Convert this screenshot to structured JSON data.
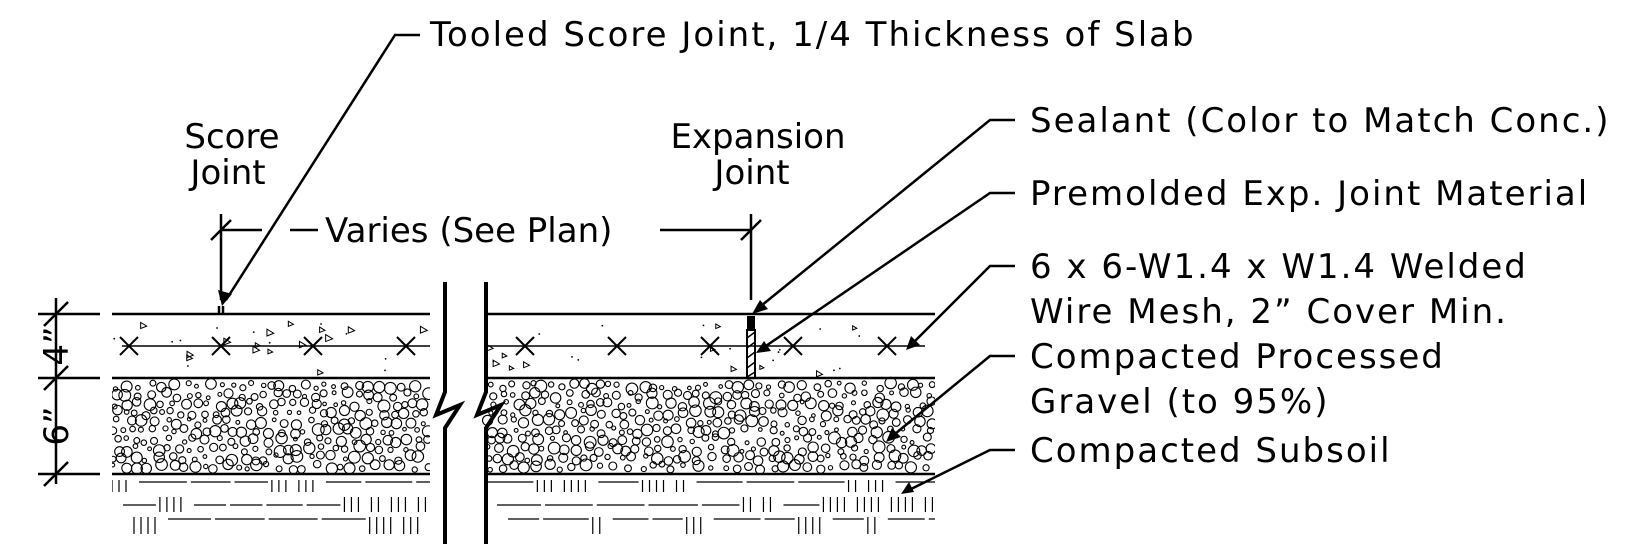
{
  "callouts": {
    "tooled_score": "Tooled Score Joint, 1/4 Thickness of Slab",
    "sealant": "Sealant (Color to Match Conc.)",
    "premolded": "Premolded Exp. Joint Material",
    "mesh_line1": "6 x 6-W1.4 x W1.4 Welded",
    "mesh_line2": "Wire Mesh, 2” Cover Min.",
    "gravel_line1": "Compacted Processed",
    "gravel_line2": "Gravel (to 95%)",
    "subsoil": "Compacted Subsoil"
  },
  "joints": {
    "score_line1": "Score",
    "score_line2": "Joint",
    "expansion_line1": "Expansion",
    "expansion_line2": "Joint"
  },
  "dimensions": {
    "spacing": "Varies (See Plan)",
    "slab_thickness": "4”",
    "gravel_thickness": "6”"
  }
}
